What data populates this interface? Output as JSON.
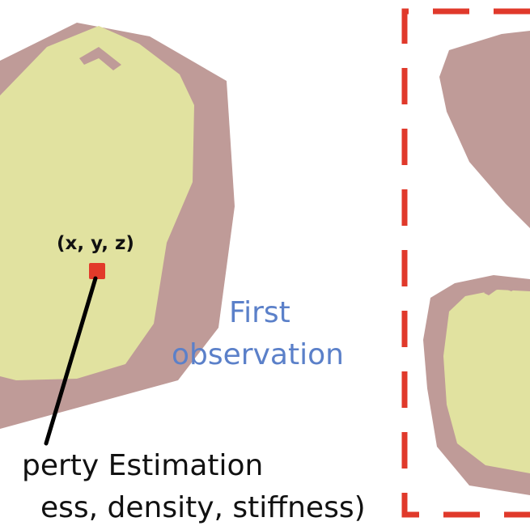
{
  "labels": {
    "point_coord": "(x, y, z)",
    "first_observation_line1": "First",
    "first_observation_line2": "observation",
    "estimation_line1": "perty Estimation",
    "estimation_line2": "ess, density, stiffness)"
  },
  "colors": {
    "skin": "#bf9b98",
    "flesh": "#e1e2a0",
    "point": "#e23a2a",
    "dashed_box": "#e0392b",
    "observation_text": "#5b80c9",
    "pointer": "#000000"
  }
}
